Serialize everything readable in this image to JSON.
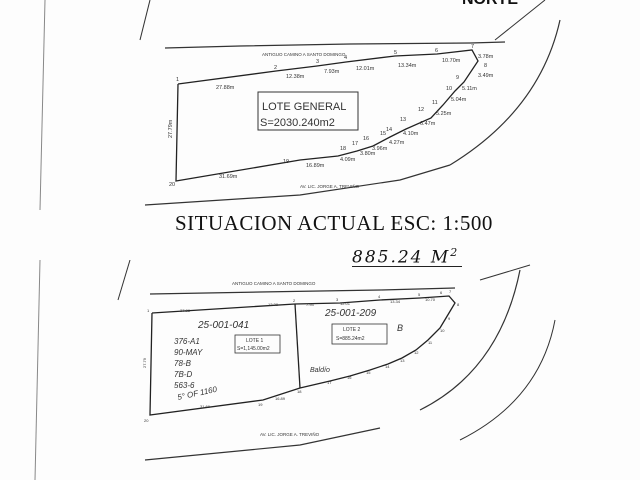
{
  "header": {
    "north_label": "NORTE"
  },
  "plan_general": {
    "street_top": "ANTIGUO CAMINO A SANTO DOMINGO",
    "street_bottom": "AV. LIC. JORGE A. TREVIÑO",
    "lot_title": "LOTE GENERAL",
    "lot_area": "S=2030.240m2",
    "vertices": [
      "1",
      "2",
      "3",
      "4",
      "5",
      "6",
      "7",
      "8",
      "9",
      "10",
      "11",
      "12",
      "13",
      "14",
      "15",
      "16",
      "17",
      "18",
      "19",
      "20"
    ],
    "dims": [
      "27.88m",
      "12.38m",
      "7.93m",
      "12.01m",
      "13.34m",
      "10.70m",
      "3.78m",
      "3.49m",
      "5.11m",
      "5.04m",
      "5.25m",
      "6.47m",
      "4.10m",
      "4.27m",
      "3.96m",
      "3.80m",
      "4.09m",
      "16.89m",
      "31.69m",
      "27.79m"
    ]
  },
  "title": {
    "situation": "SITUACION ACTUAL ESC: 1:500",
    "handwritten_area": "885.24 M"
  },
  "plan_actual": {
    "street_top": "ANTIGUO CAMINO A SANTO DOMINGO",
    "street_bottom": "AV. LIC. JORGE A. TREVIÑO",
    "lot1_title": "LOTE 1",
    "lot1_area": "S=1,145.00m2",
    "lot2_title": "LOTE 2",
    "lot2_area": "S=885.24m2",
    "lot1_cadastral": "25-001-041",
    "lot2_cadastral": "25-001-209",
    "hand_notes": [
      "376-A1",
      "90-MAY",
      "78-B",
      "7B-D",
      "563-6"
    ],
    "hand_signature": "5° OF 1160",
    "hand_bldg": "Baldío",
    "hand_b": "B",
    "vertices": [
      "1",
      "2",
      "3",
      "4",
      "5",
      "6",
      "7",
      "8",
      "9",
      "10",
      "11",
      "12",
      "13",
      "14",
      "15",
      "16",
      "17",
      "18",
      "19",
      "20"
    ],
    "dims": [
      "27.88",
      "12.38",
      "7.93",
      "12.01",
      "13.34",
      "10.70",
      "31.69",
      "16.89",
      "27.79"
    ]
  }
}
